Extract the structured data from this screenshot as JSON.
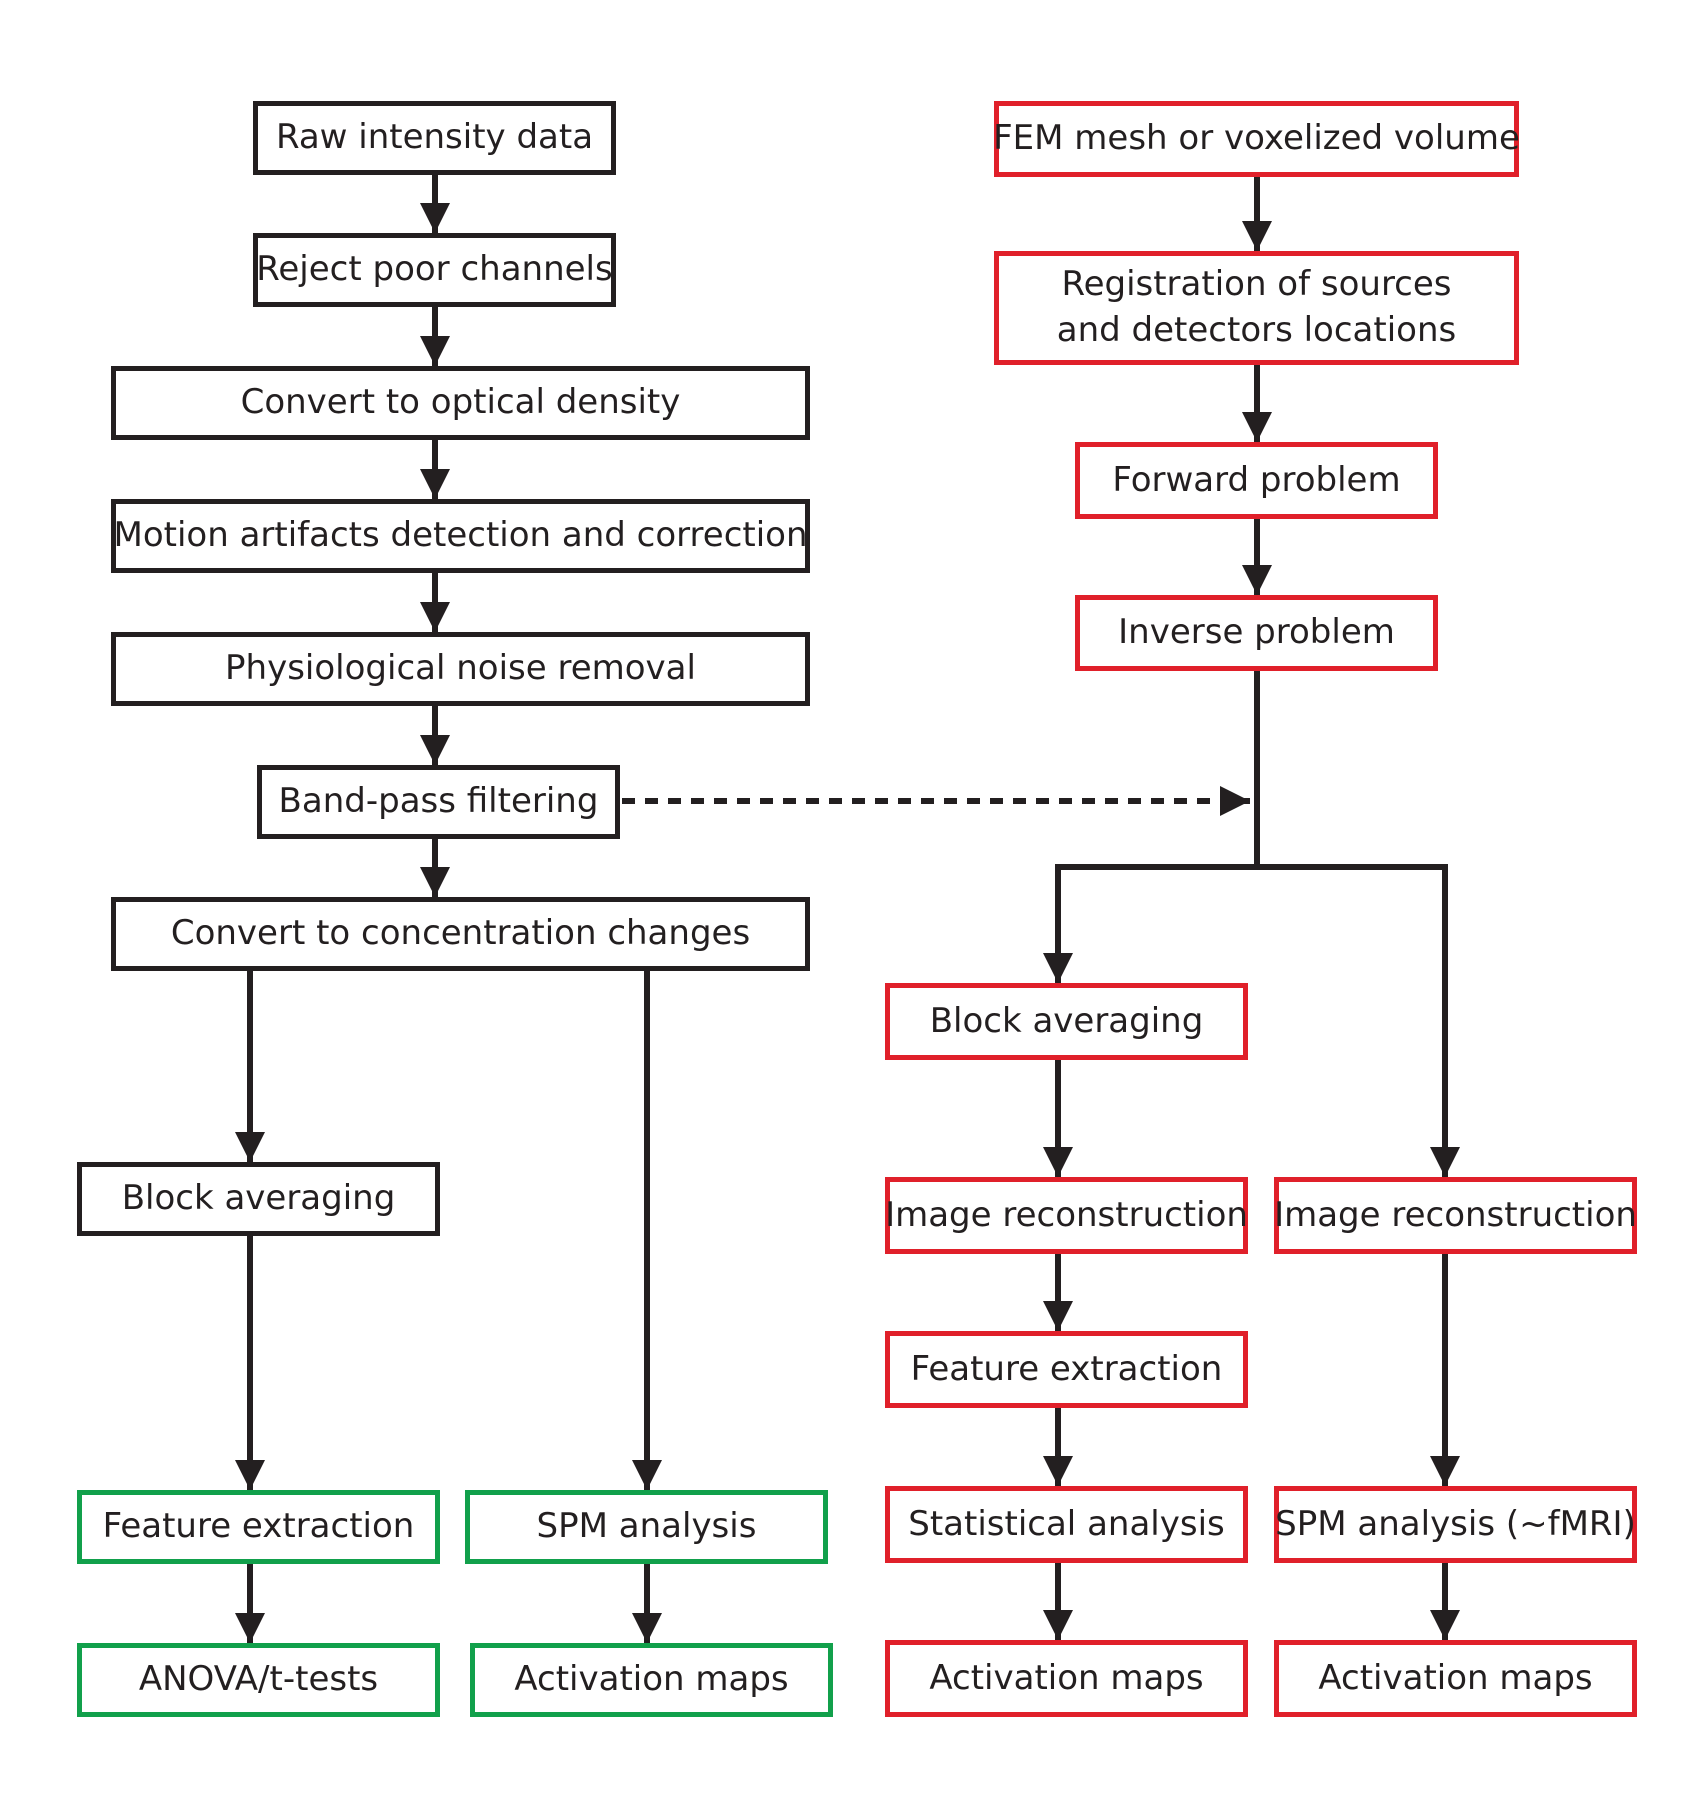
{
  "colors": {
    "black": "#231f20",
    "red": "#e0202a",
    "green": "#11a04b"
  },
  "left": {
    "raw": "Raw intensity data",
    "reject": "Reject poor channels",
    "od": "Convert to optical density",
    "motion": "Motion artifacts detection and correction",
    "physio": "Physiological noise removal",
    "bandpass": "Band-pass filtering",
    "conc": "Convert to concentration changes",
    "block": "Block averaging",
    "feature": "Feature extraction",
    "anova": "ANOVA/t-tests",
    "spm": "SPM analysis",
    "maps": "Activation maps"
  },
  "right": {
    "mesh": "FEM mesh or voxelized volume",
    "registration": "Registration of sources and detectors locations",
    "forward": "Forward problem",
    "inverse": "Inverse problem",
    "block": "Block averaging",
    "recon_a": "Image reconstruction",
    "recon_b": "Image reconstruction",
    "feature": "Feature extraction",
    "stats": "Statistical analysis",
    "spm": "SPM analysis (~fMRI)",
    "maps_a": "Activation maps",
    "maps_b": "Activation maps"
  }
}
